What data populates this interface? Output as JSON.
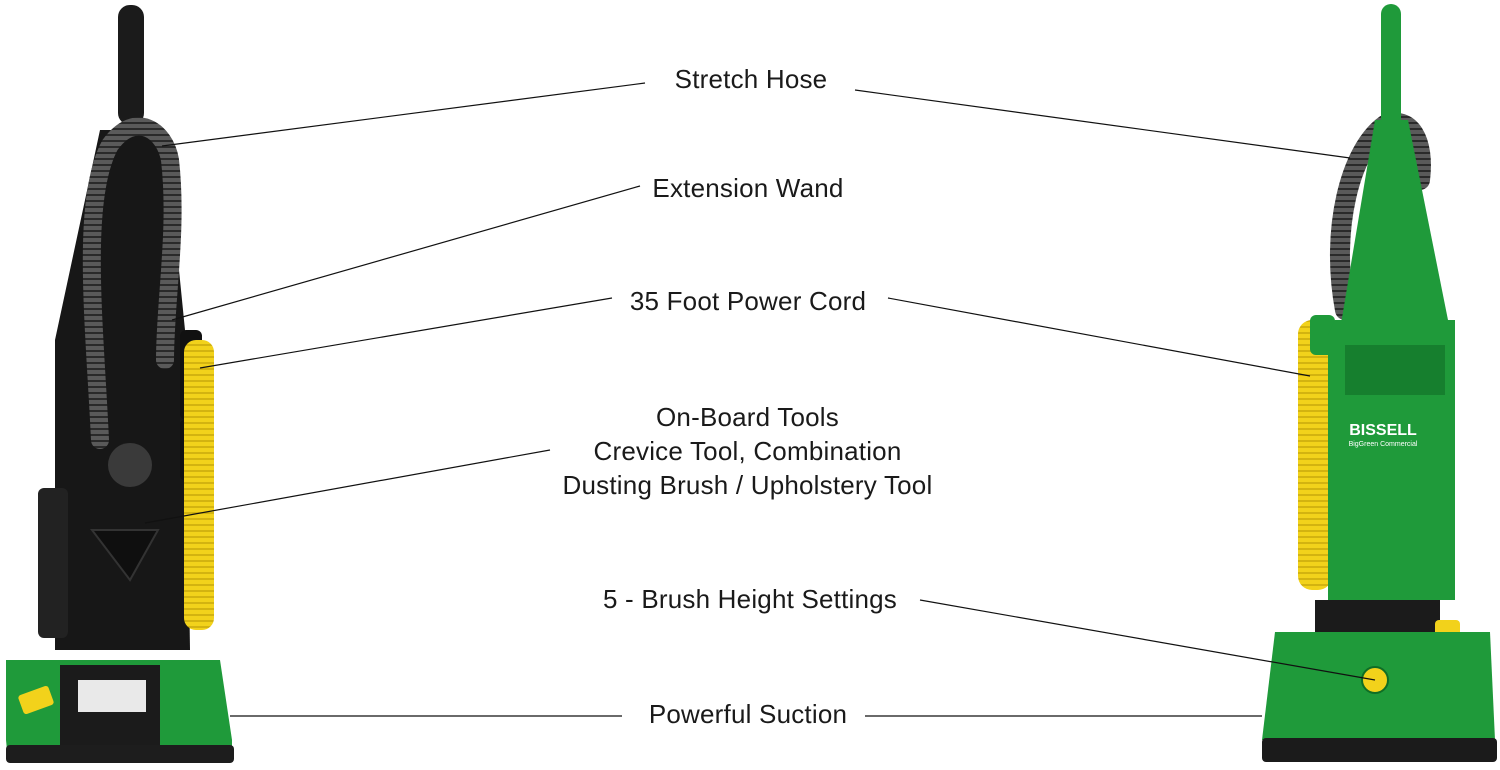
{
  "callouts": {
    "stretch_hose": "Stretch Hose",
    "extension_wand": "Extension Wand",
    "power_cord": "35 Foot Power Cord",
    "tools_line1": "On-Board Tools",
    "tools_line2": "Crevice Tool, Combination",
    "tools_line3": "Dusting Brush / Upholstery Tool",
    "brush_height": "5 - Brush Height Settings",
    "suction": "Powerful Suction"
  },
  "brand": {
    "logo": "BISSELL",
    "sub": "BigGreen Commercial"
  },
  "colors": {
    "body_green": "#1f9a3a",
    "dark_green": "#127a2a",
    "cord_yellow": "#f2d21b",
    "hose_gray": "#4a4a4a",
    "black": "#1b1b1b"
  }
}
